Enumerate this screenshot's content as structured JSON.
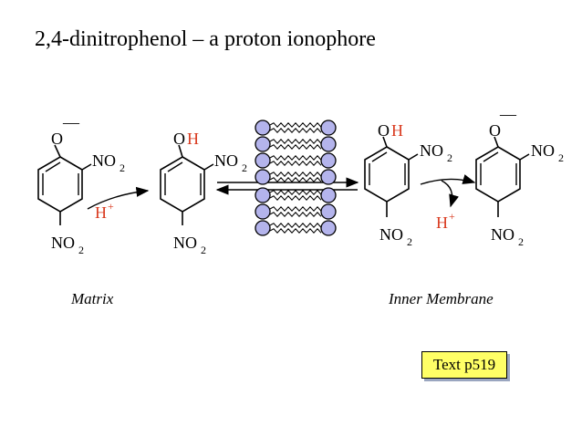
{
  "title": "2,4-dinitrophenol – a proton ionophore",
  "labels": {
    "o": "O",
    "minus": "—",
    "h": "H",
    "h_plus": "H",
    "plus": "+",
    "no": "NO",
    "two": "2"
  },
  "regions": {
    "matrix": "Matrix",
    "inner_membrane": "Inner Membrane"
  },
  "reference": "Text p519",
  "colors": {
    "proton": "#d93a1f",
    "lipid_head": "#b4b4ec",
    "reference_bg": "#ffff66"
  }
}
